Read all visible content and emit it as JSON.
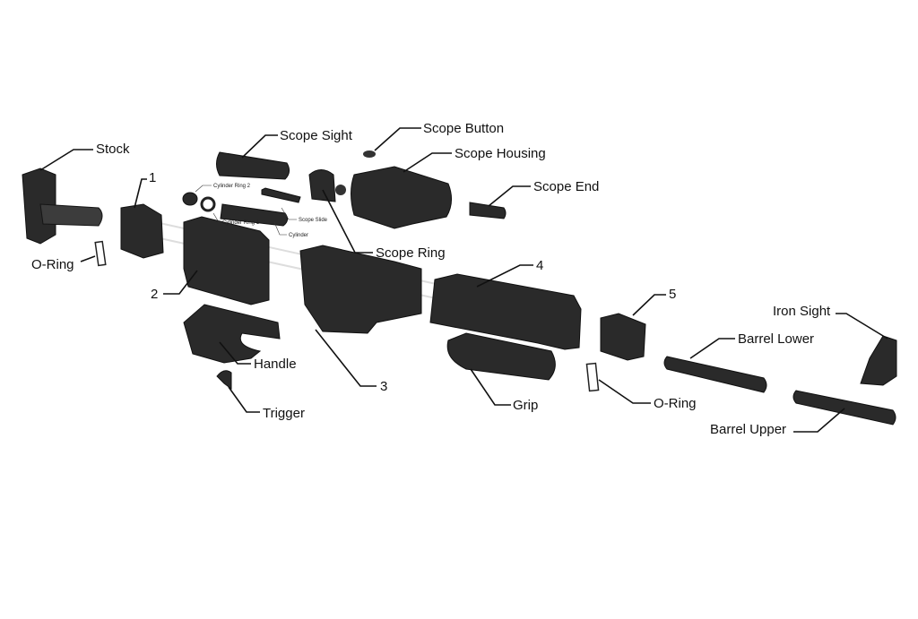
{
  "labels": {
    "stock": "Stock",
    "part1": "1",
    "oring_left": "O-Ring",
    "part2": "2",
    "handle": "Handle",
    "trigger": "Trigger",
    "scope_sight": "Scope Sight",
    "scope_button": "Scope Button",
    "scope_housing": "Scope Housing",
    "scope_end": "Scope End",
    "scope_ring": "Scope Ring",
    "part3": "3",
    "part4": "4",
    "grip": "Grip",
    "oring_right": "O-Ring",
    "part5": "5",
    "iron_sight": "Iron Sight",
    "barrel_lower": "Barrel Lower",
    "barrel_upper": "Barrel Upper",
    "cylinder_ring_2": "Cylinder Ring 2",
    "cylinder_ring_1": "Cylinder Ring 1",
    "scope_slide": "Scope Slide",
    "cylinder": "Cylinder"
  }
}
